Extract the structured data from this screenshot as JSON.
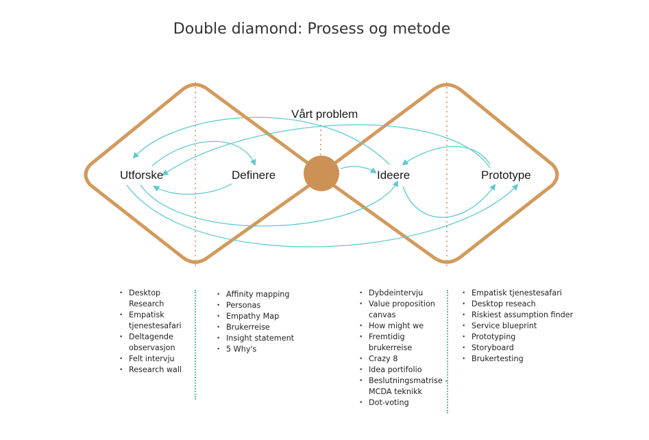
{
  "title": "Double diamond: Prosess og metode",
  "problem_label": "Vårt problem",
  "phases": [
    "Utforske",
    "Definere",
    "Ideere",
    "Prototype"
  ],
  "columns": [
    [
      "Desktop Research",
      "Empatisk tjenestesafari",
      "Deltagende observasjon",
      "Felt intervju",
      "Research wall"
    ],
    [
      "Affinity mapping",
      "Personas",
      "Empathy Map",
      "Brukerreise",
      "Insight statement",
      "5 Why's"
    ],
    [
      "Dybdeintervju",
      "Value proposition canvas",
      "How might we",
      "Fremtidig brukerreise",
      "Crazy 8",
      "Idea portifolio",
      "Beslutningsmatrise - MCDA teknikk",
      "Dot-voting"
    ],
    [
      "Empatisk tjenestesafari",
      "Desktop reseach",
      "Riskiest assumption finder",
      "Service blueprint",
      "Prototyping",
      "Storyboard",
      "Brukertesting"
    ]
  ],
  "colors": {
    "diamond": "#d29a5c",
    "center": "#cc9255",
    "arrows": "#5ccad0",
    "divider": "#5fb8a6"
  }
}
